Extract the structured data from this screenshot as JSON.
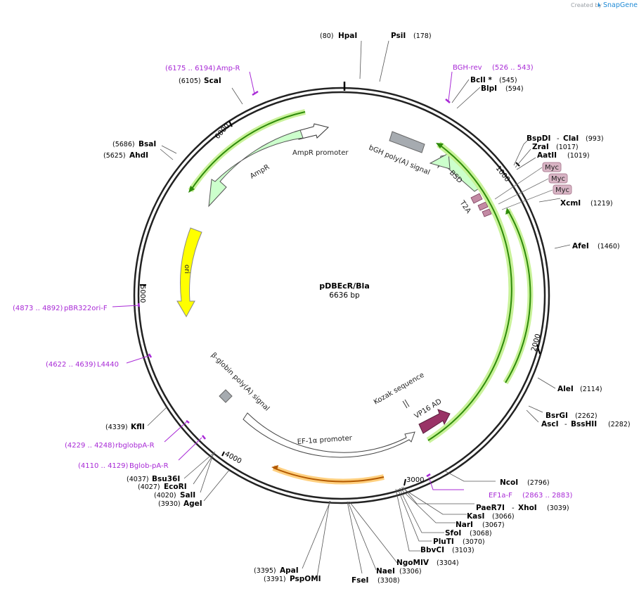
{
  "credit": {
    "created_by": "Created by",
    "brand": "SnapGene"
  },
  "plasmid": {
    "name": "pDBEcR/Bla",
    "size": "6636 bp"
  },
  "ticks": [
    "1000",
    "2000",
    "3000",
    "4000",
    "5000",
    "6000"
  ],
  "enzymes": [
    {
      "name": "HpaI",
      "pos": "(80)"
    },
    {
      "name": "PsiI",
      "pos": "(178)"
    },
    {
      "name": "BclI *",
      "pos": "(545)"
    },
    {
      "name": "BlpI",
      "pos": "(594)"
    },
    {
      "name": "BspDI",
      "name2": "ClaI",
      "pos": "(993)"
    },
    {
      "name": "ZraI",
      "pos": "(1017)"
    },
    {
      "name": "AatII",
      "pos": "(1019)"
    },
    {
      "name": "XcmI",
      "pos": "(1219)"
    },
    {
      "name": "AfeI",
      "pos": "(1460)"
    },
    {
      "name": "AleI",
      "pos": "(2114)"
    },
    {
      "name": "BsrGI",
      "pos": "(2262)"
    },
    {
      "name": "AscI",
      "name2": "BssHII",
      "pos": "(2282)"
    },
    {
      "name": "NcoI",
      "pos": "(2796)"
    },
    {
      "name": "PaeR7I",
      "name2": "XhoI",
      "pos": "(3039)"
    },
    {
      "name": "KasI",
      "pos": "(3066)"
    },
    {
      "name": "NarI",
      "pos": "(3067)"
    },
    {
      "name": "SfoI",
      "pos": "(3068)"
    },
    {
      "name": "PluTI",
      "pos": "(3070)"
    },
    {
      "name": "BbvCI",
      "pos": "(3103)"
    },
    {
      "name": "NgoMIV",
      "pos": "(3304)"
    },
    {
      "name": "NaeI",
      "pos": "(3306)"
    },
    {
      "name": "FseI",
      "pos": "(3308)"
    },
    {
      "name": "ApaI",
      "pos": "(3395)"
    },
    {
      "name": "PspOMI",
      "pos": "(3391)"
    },
    {
      "name": "AgeI",
      "pos": "(3930)"
    },
    {
      "name": "SalI",
      "pos": "(4020)"
    },
    {
      "name": "EcoRI",
      "pos": "(4027)"
    },
    {
      "name": "Bsu36I",
      "pos": "(4037)"
    },
    {
      "name": "KflI",
      "pos": "(4339)"
    },
    {
      "name": "AhdI",
      "pos": "(5625)"
    },
    {
      "name": "BsaI",
      "pos": "(5686)"
    },
    {
      "name": "ScaI",
      "pos": "(6105)"
    }
  ],
  "primers": [
    {
      "name": "Amp-R",
      "range": "(6175 .. 6194)"
    },
    {
      "name": "BGH-rev",
      "range": "(526 .. 543)"
    },
    {
      "name": "EF1a-F",
      "range": "(2863 .. 2883)"
    },
    {
      "name": "Bglob-pA-R",
      "range": "(4110 .. 4129)"
    },
    {
      "name": "rbglobpA-R",
      "range": "(4229 .. 4248)"
    },
    {
      "name": "L4440",
      "range": "(4622 .. 4639)"
    },
    {
      "name": "pBR322ori-F",
      "range": "(4873 .. 4892)"
    }
  ],
  "features": {
    "ampr_promoter": "AmpR promoter",
    "ampr": "AmpR",
    "ori": "ori",
    "bgh": "bGH poly(A) signal",
    "bsd": "BSD",
    "t2a": "T2A",
    "myc": [
      "Myc",
      "Myc",
      "Myc"
    ],
    "vp16": "VP16 AD",
    "kozak": "Kozak sequence",
    "ef1a": "EF-1α promoter",
    "bglobin": "β-globin poly(A) signal"
  },
  "colors": {
    "backbone": "#222222",
    "primer": "#a829d6",
    "ampr_fill": "#ccffcc",
    "ori_fill": "#ffff00",
    "polyA_fill": "#a6abb0",
    "vp16_fill": "#993366",
    "myc_fill": "#d8b4c4",
    "orf_line": "#2e8b0a",
    "orf_glow": "#c9f29a",
    "orange_line": "#b35900",
    "orange_glow": "#ffd080"
  }
}
